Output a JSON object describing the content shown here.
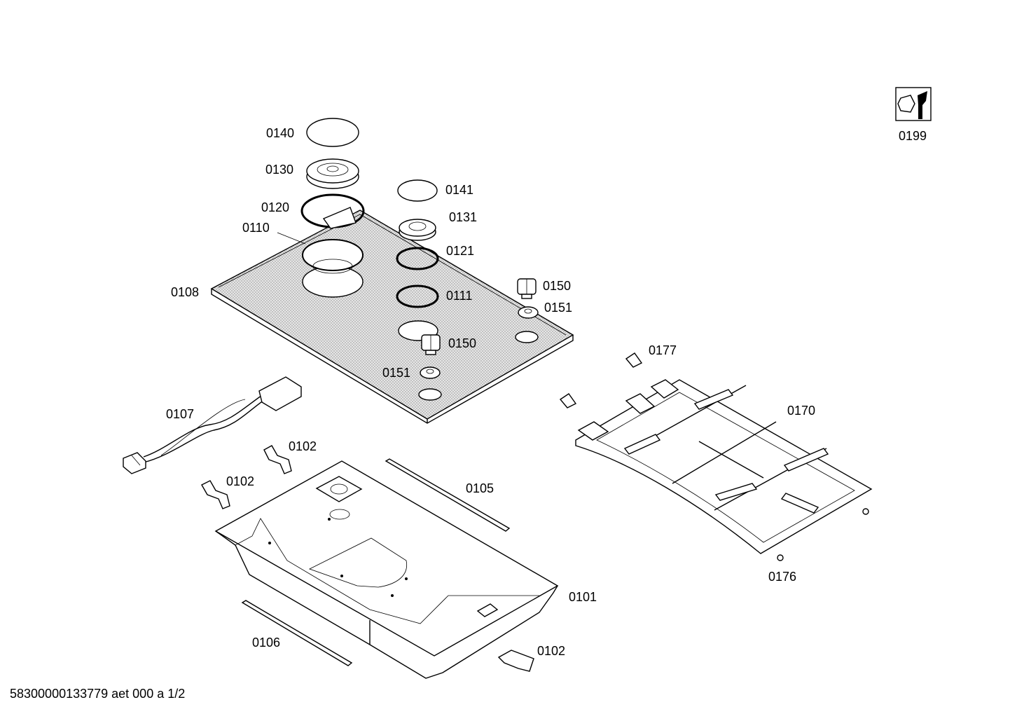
{
  "document_id": "58300000133779 aet 000 a 1/2",
  "colors": {
    "line": "#000000",
    "shade": "#c8c8c8",
    "background": "#ffffff"
  },
  "icons": [
    "tool-wrench-icon"
  ],
  "labels": {
    "p0140": "0140",
    "p0130": "0130",
    "p0120": "0120",
    "p0110": "0110",
    "p0108": "0108",
    "p0141": "0141",
    "p0131": "0131",
    "p0121": "0121",
    "p0111": "0111",
    "p0150a": "0150",
    "p0151a": "0151",
    "p0150b": "0150",
    "p0151b": "0151",
    "p0199": "0199",
    "p0177": "0177",
    "p0170": "0170",
    "p0176": "0176",
    "p0107": "0107",
    "p0102a": "0102",
    "p0102b": "0102",
    "p0105": "0105",
    "p0101": "0101",
    "p0106": "0106",
    "p0102c": "0102"
  }
}
